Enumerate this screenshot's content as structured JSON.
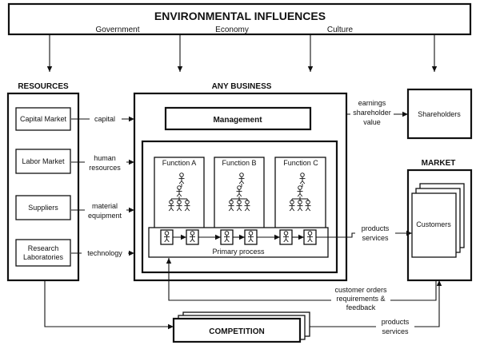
{
  "header": {
    "title": "ENVIRONMENTAL INFLUENCES",
    "factors": [
      "Government",
      "Economy",
      "Culture"
    ]
  },
  "resources": {
    "title": "RESOURCES",
    "items": [
      "Capital Market",
      "Labor Market",
      "Suppliers"
    ],
    "research_line1": "Research",
    "research_line2": "Laboratories"
  },
  "flows": {
    "capital": "capital",
    "human1": "human",
    "human2": "resources",
    "material1": "material",
    "material2": "equipment",
    "technology": "technology",
    "earnings1": "earnings",
    "earnings2": "shareholder",
    "earnings3": "value",
    "products1": "products",
    "products2": "services",
    "orders1": "customer orders",
    "orders2": "requirements &",
    "orders3": "feedback",
    "comp_products1": "products",
    "comp_products2": "services"
  },
  "business": {
    "title": "ANY BUSINESS",
    "management": "Management",
    "functions": [
      "Function A",
      "Function B",
      "Function C"
    ],
    "primary_process": "Primary process"
  },
  "shareholders": "Shareholders",
  "market": {
    "title": "MARKET",
    "customers": "Customers"
  },
  "competition": "COMPETITION"
}
